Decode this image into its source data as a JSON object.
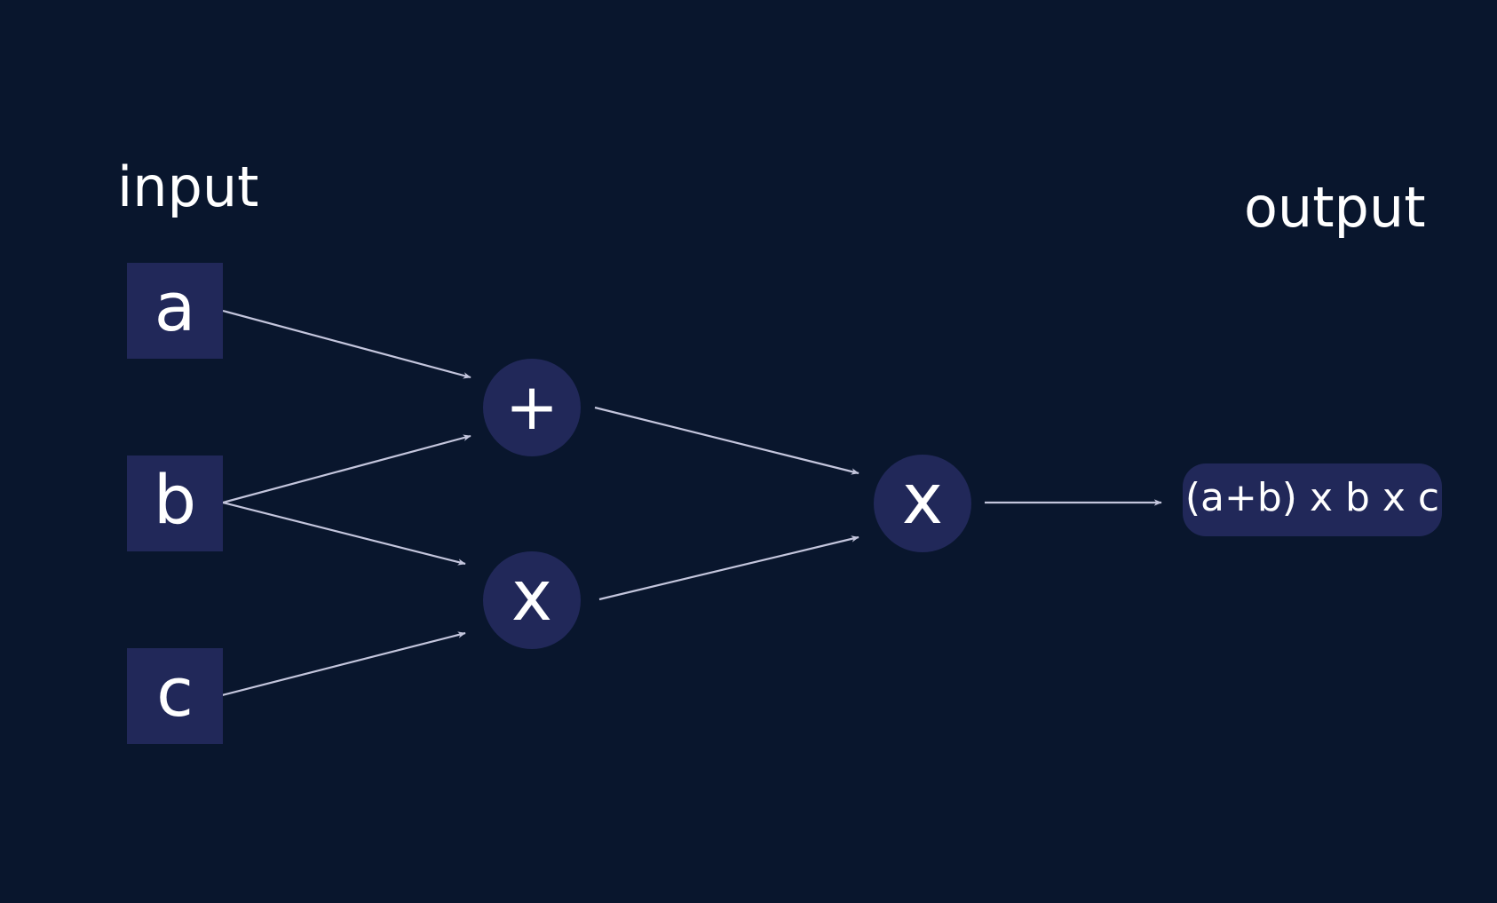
{
  "labels": {
    "input": "input",
    "output": "output"
  },
  "inputs": {
    "a": "a",
    "b": "b",
    "c": "c"
  },
  "operations": {
    "add": "+",
    "multiply_middle": "x",
    "multiply_final": "x"
  },
  "output": {
    "expression": "(a+b) x b x c"
  },
  "colors": {
    "background": "#09162d",
    "node_fill": "#212859",
    "text": "#ffffff",
    "edge": "#c3c5dc"
  }
}
